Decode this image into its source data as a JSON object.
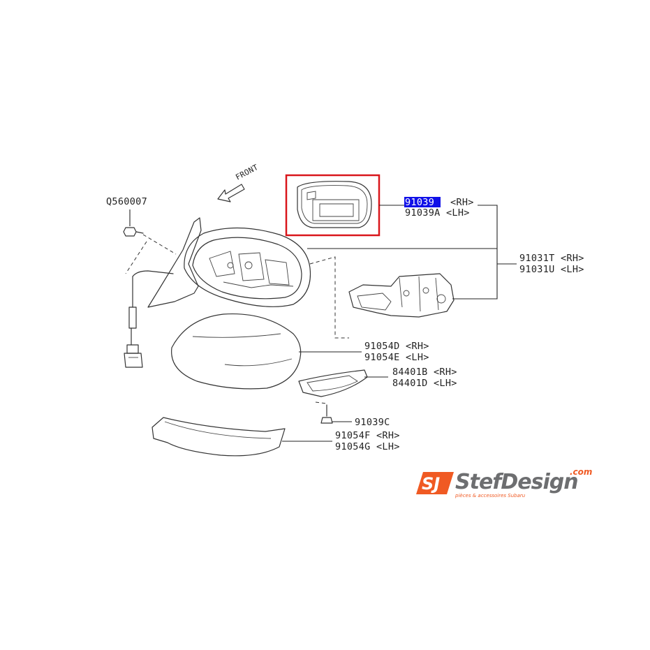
{
  "front_label": "FRONT",
  "parts": {
    "glass_rh_highlighted": "91039",
    "glass_rh_suffix": "<RH>",
    "glass_lh": "91039A <LH>",
    "actuator_rh": "91031T <RH>",
    "actuator_lh": "91031U <LH>",
    "cover_rh": "91054D <RH>",
    "cover_lh": "91054E <LH>",
    "lamp_rh": "84401B <RH>",
    "lamp_lh": "84401D <LH>",
    "screw": "91039C",
    "lower_cover_rh": "91054F <RH>",
    "lower_cover_lh": "91054G <LH>",
    "bolt": "Q560007"
  },
  "logo": {
    "brand": "StefDesign",
    "domain": ".com",
    "tagline": "pièces & accessoires Subaru",
    "colors": {
      "orange": "#f05a23",
      "gray": "#6d6e70"
    }
  },
  "highlight": {
    "box_color": "#d9161b",
    "text_bg": "#1010e8"
  }
}
